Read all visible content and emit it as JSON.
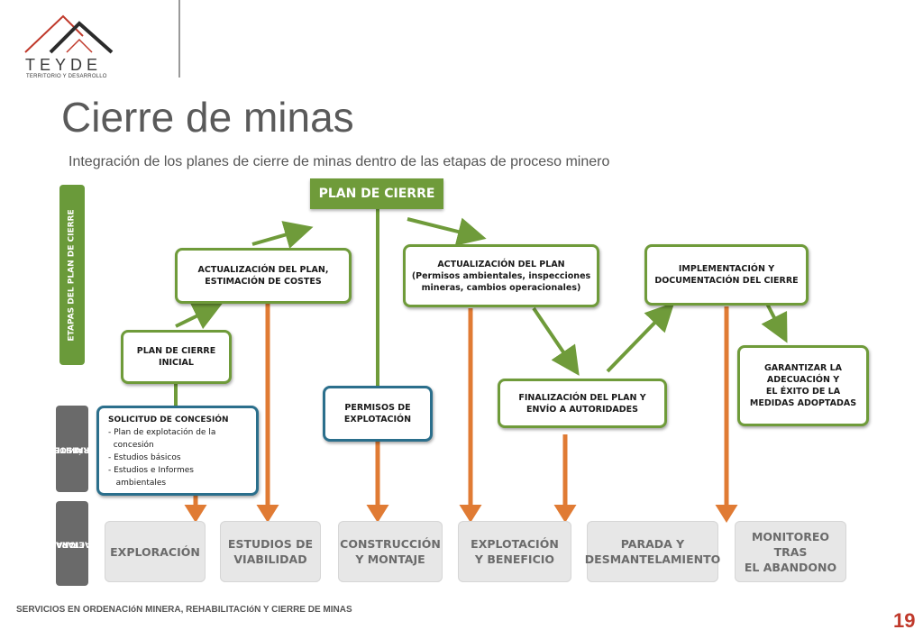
{
  "logo": {
    "brand": "TEYDE",
    "tagline": "TERRITORIO Y DESARROLLO"
  },
  "title": "Cierre de minas",
  "subtitle": "Integración de los planes de cierre de minas dentro de las etapas de proceso minero",
  "side_labels": {
    "plan": "ETAPAS DEL PLAN DE CIERRE",
    "tramites": [
      "TRÁMITES Y",
      "PERMISOS"
    ],
    "operacionales": [
      "ETAPAS",
      "OPERACIONALES"
    ]
  },
  "plan_header": "PLAN DE CIERRE",
  "boxes": {
    "actualizacion_costes": [
      "ACTUALIZACIÓN DEL PLAN,",
      "ESTIMACIÓN DE COSTES"
    ],
    "actualizacion_permisos": [
      "ACTUALIZACIÓN DEL PLAN",
      "(Permisos  ambientales, inspecciones",
      "mineras, cambios operacionales)"
    ],
    "implementacion": [
      "IMPLEMENTACIÓN Y",
      "DOCUMENTACIÓN DEL CIERRE"
    ],
    "plan_inicial": [
      "PLAN DE CIERRE",
      "INICIAL"
    ],
    "garantizar": [
      "GARANTIZAR LA",
      "ADECUACIÓN Y",
      "EL ÉXITO DE LA",
      "MEDIDAS ADOPTADAS"
    ],
    "permisos_explotacion": [
      "PERMISOS DE",
      "EXPLOTACIÓN"
    ],
    "finalizacion": [
      "FINALIZACIÓN DEL PLAN Y",
      "ENVÍO A AUTORIDADES"
    ],
    "solicitud": [
      "SOLICITUD DE CONCESIÓN",
      "- Plan de explotación de la",
      "  concesión",
      "- Estudios básicos",
      "- Estudios e Informes",
      "   ambientales"
    ]
  },
  "operational_stages": [
    [
      "EXPLORACIÓN"
    ],
    [
      "ESTUDIOS DE",
      "VIABILIDAD"
    ],
    [
      "CONSTRUCCIÓN",
      "Y MONTAJE"
    ],
    [
      "EXPLOTACIÓN",
      "Y BENEFICIO"
    ],
    [
      "PARADA Y",
      "DESMANTELAMIENTO"
    ],
    [
      "MONITOREO TRAS",
      "EL ABANDONO"
    ]
  ],
  "footer": "SERVICIOS EN ORDENACIóN MINERA, REHABILITACIóN Y CIERRE DE MINAS",
  "page_number": "19",
  "colors": {
    "green": "#6f9b3a",
    "blue": "#2b6f8c",
    "orange": "#e07b34",
    "gray_side": "#6a6a6a"
  }
}
